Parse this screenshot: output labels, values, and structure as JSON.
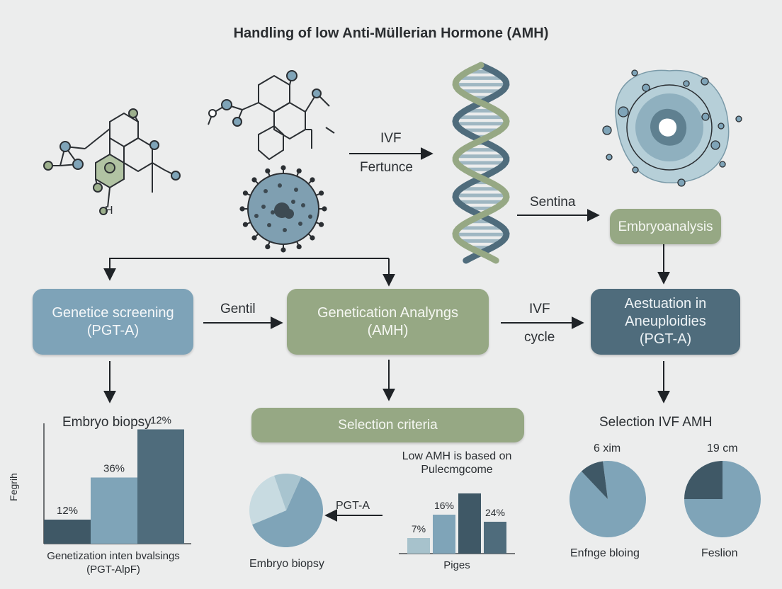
{
  "title": "Handling of low Anti-Müllerian Hormone (AMH)",
  "colors": {
    "blue": "#7ea3b8",
    "green": "#96a884",
    "dark": "#4f6c7c",
    "light": "#a7c2cc",
    "bg": "#eceded",
    "line": "#1f2327"
  },
  "icons": [
    "molecule-icon",
    "molecule-icon",
    "virus-cell-icon",
    "dna-helix-icon",
    "cell-icon"
  ],
  "arrows": {
    "ivf_line1": "IVF",
    "ivf_line2": "Fertunce",
    "sentina": "Sentina",
    "gentil": "Gentil",
    "ivf_cycle1": "IVF",
    "ivf_cycle2": "cycle",
    "pgt_a": "PGT-A"
  },
  "boxes": {
    "embryoanalysis": "Embryoanalysis",
    "genetic_screening": [
      "Genetice screening",
      "(PGT-A)"
    ],
    "genetication": [
      "Genetication Analyngs",
      "(AMH)"
    ],
    "aestuation": [
      "Aestuation in",
      "Aneuploidies",
      "(PGT-A)"
    ],
    "selection_criteria": "Selection criteria"
  },
  "molecule_h": "H",
  "headings": {
    "embryo_biopsy": "Embryo biopsy",
    "low_amh_1": "Low AMH is based on",
    "low_amh_2": "Pulecmgcome",
    "selection_ivf": "Selection  IVF AMH"
  },
  "pie_labels": {
    "left_top": "6 xim",
    "right_top": "19 cm",
    "left_bottom": "Enfnge bloing",
    "right_bottom": "Feslion",
    "center_bottom": "Embryo biopsy"
  },
  "chart_data": [
    {
      "type": "bar",
      "ylabel": "Fegrih",
      "xlabel": "Genetization inten bvalsings (PGT-AlpF)",
      "categories": [
        "",
        "",
        ""
      ],
      "values": [
        12,
        36,
        12
      ],
      "value_labels": [
        "12%",
        "36%",
        "12%"
      ],
      "bar_heights_relative": [
        0.2,
        0.55,
        0.95
      ],
      "ylim": [
        0,
        100
      ]
    },
    {
      "type": "bar",
      "xlabel": "Piges",
      "categories": [
        "",
        "",
        "",
        ""
      ],
      "values": [
        7,
        16,
        24,
        24
      ],
      "value_labels": [
        "7%",
        "16%",
        "",
        "24%"
      ],
      "bar_heights_relative": [
        0.22,
        0.55,
        0.85,
        0.45
      ],
      "ylim": [
        0,
        30
      ]
    },
    {
      "type": "pie",
      "values": [
        62,
        26,
        12
      ],
      "colors": [
        "#7fa4b8",
        "#c8dbe1",
        "#a8c4cf"
      ]
    },
    {
      "type": "pie",
      "values": [
        90,
        10
      ],
      "colors": [
        "#7fa4b8",
        "#3f5866"
      ]
    },
    {
      "type": "pie",
      "values": [
        75,
        25
      ],
      "colors": [
        "#7fa4b8",
        "#3f5866"
      ]
    }
  ]
}
